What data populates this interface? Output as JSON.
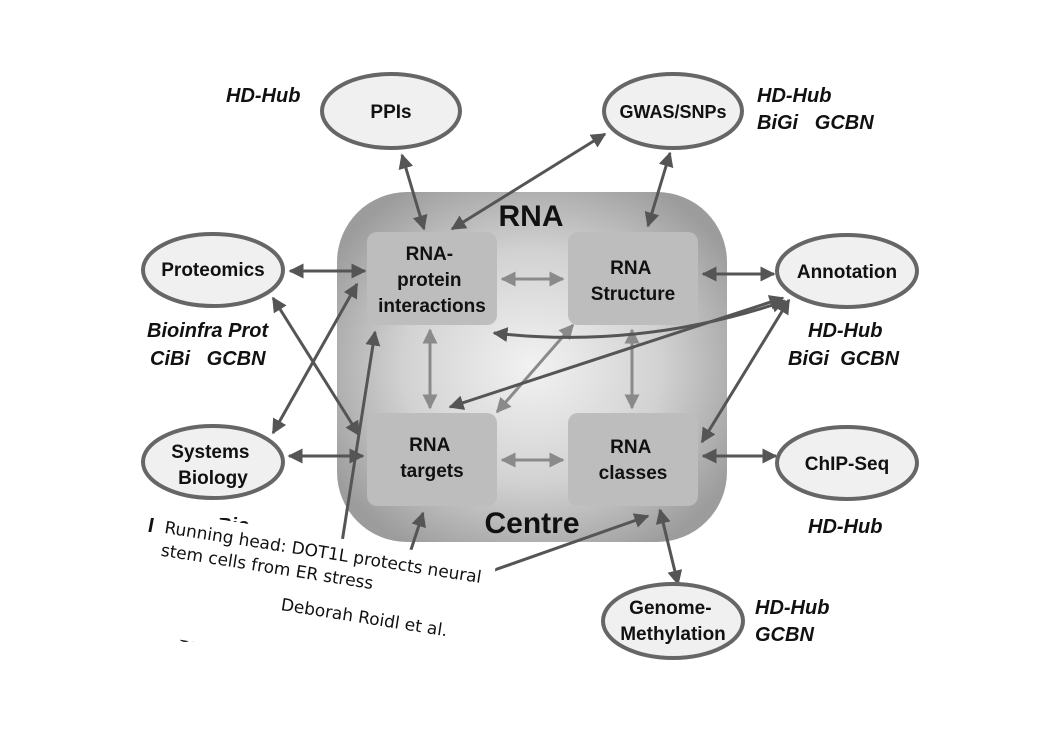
{
  "centre": {
    "title_top": "RNA",
    "title_bottom": "Centre"
  },
  "inner_boxes": {
    "rna_protein": [
      "RNA-",
      "protein",
      "interactions"
    ],
    "rna_structure": [
      "RNA",
      "Structure"
    ],
    "rna_targets": [
      "RNA",
      "targets"
    ],
    "rna_classes": [
      "RNA",
      "classes"
    ]
  },
  "outer_nodes": {
    "ppis": [
      "PPIs"
    ],
    "gwas": [
      "GWAS/SNPs"
    ],
    "proteomics": [
      "Proteomics"
    ],
    "annotation": [
      "Annotation"
    ],
    "systems_biology": [
      "Systems",
      "Biology"
    ],
    "chipseq": [
      "ChIP-Seq"
    ],
    "genome_methylation": [
      "Genome-",
      "Methylation"
    ]
  },
  "groups": {
    "ppis": [
      "HD-Hub"
    ],
    "gwas": [
      "HD-Hub",
      "BiGi   GCBN"
    ],
    "proteomics": [
      "Bioinfra Prot",
      "CiBi   GCBN"
    ],
    "annotation": [
      "HD-Hub",
      "BiGi  GCBN"
    ],
    "systems_biology": [
      "I     SysBio"
    ],
    "chipseq": [
      "HD-Hub"
    ],
    "genome_methylation": [
      "HD-Hub",
      "GCBN"
    ],
    "rna_targets_below": [
      "CiBi   G"
    ]
  },
  "overlay": {
    "line1": "Running head: DOT1L protects neural",
    "line2": "stem cells from ER stress",
    "line3": "Deborah Roidl et al."
  },
  "colors": {
    "node_fill": "#f0f0f0",
    "node_stroke": "#666666",
    "arrow_dark": "#555555",
    "arrow_light": "#8a8a8a",
    "box_fill": "#bdbdbd",
    "centre_edge": "#9c9c9c",
    "centre_mid": "#d2d2d2"
  }
}
